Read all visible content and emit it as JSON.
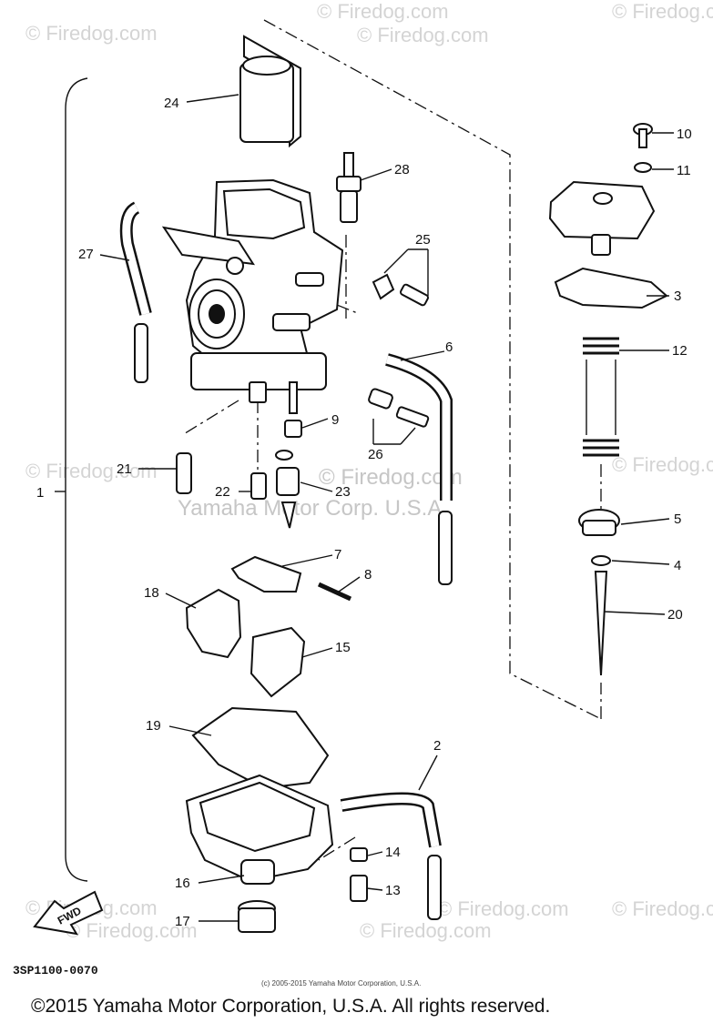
{
  "watermarks": [
    {
      "text": "© Firedog.com"
    },
    {
      "text": "© Firedog.com"
    },
    {
      "text": "© Firedog.com"
    },
    {
      "text": "© Firedog.com"
    },
    {
      "text": "© Firedog.com"
    },
    {
      "text": "© Firedog.com"
    },
    {
      "text": "© Firedog.com"
    },
    {
      "text": "© Firedog.com"
    },
    {
      "text": "© Firedog.com"
    },
    {
      "text": "© Firedog.com"
    },
    {
      "text": "© Firedog.com"
    }
  ],
  "center_watermark": {
    "line1": "© Firedog.com",
    "line2": "Yamaha Motor Corp. U.S.A."
  },
  "callouts": [
    {
      "num": "1"
    },
    {
      "num": "2"
    },
    {
      "num": "3"
    },
    {
      "num": "4"
    },
    {
      "num": "5"
    },
    {
      "num": "6"
    },
    {
      "num": "7"
    },
    {
      "num": "8"
    },
    {
      "num": "9"
    },
    {
      "num": "10"
    },
    {
      "num": "11"
    },
    {
      "num": "12"
    },
    {
      "num": "13"
    },
    {
      "num": "14"
    },
    {
      "num": "15"
    },
    {
      "num": "16"
    },
    {
      "num": "17"
    },
    {
      "num": "18"
    },
    {
      "num": "19"
    },
    {
      "num": "20"
    },
    {
      "num": "21"
    },
    {
      "num": "22"
    },
    {
      "num": "23"
    },
    {
      "num": "24"
    },
    {
      "num": "25"
    },
    {
      "num": "26"
    },
    {
      "num": "27"
    },
    {
      "num": "28"
    }
  ],
  "fwd_label": "FWD",
  "diagram_code": "3SP1100-0070",
  "small_copyright": "(c) 2005-2015 Yamaha Motor Corporation, U.S.A.",
  "footer": "©2015 Yamaha Motor Corporation, U.S.A. All rights reserved."
}
